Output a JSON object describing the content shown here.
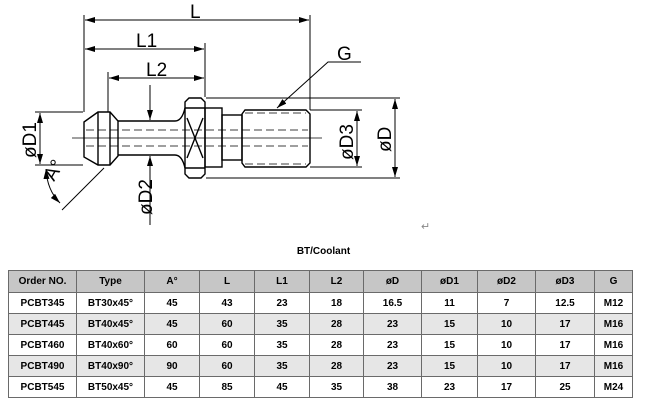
{
  "drawing": {
    "labels": {
      "L": "L",
      "L1": "L1",
      "L2": "L2",
      "G": "G",
      "D1": "øD1",
      "D2": "øD2",
      "D3": "øD3",
      "D": "øD",
      "A": "A°"
    },
    "return_mark": "↵"
  },
  "table": {
    "title": "BT/Coolant",
    "headers": [
      "Order NO.",
      "Type",
      "A°",
      "L",
      "L1",
      "L2",
      "øD",
      "øD1",
      "øD2",
      "øD3",
      "G"
    ],
    "rows": [
      [
        "PCBT345",
        "BT30x45°",
        "45",
        "43",
        "23",
        "18",
        "16.5",
        "11",
        "7",
        "12.5",
        "M12"
      ],
      [
        "PCBT445",
        "BT40x45°",
        "45",
        "60",
        "35",
        "28",
        "23",
        "15",
        "10",
        "17",
        "M16"
      ],
      [
        "PCBT460",
        "BT40x60°",
        "60",
        "60",
        "35",
        "28",
        "23",
        "15",
        "10",
        "17",
        "M16"
      ],
      [
        "PCBT490",
        "BT40x90°",
        "90",
        "60",
        "35",
        "28",
        "23",
        "15",
        "10",
        "17",
        "M16"
      ],
      [
        "PCBT545",
        "BT50x45°",
        "45",
        "85",
        "45",
        "35",
        "38",
        "23",
        "17",
        "25",
        "M24"
      ]
    ]
  }
}
